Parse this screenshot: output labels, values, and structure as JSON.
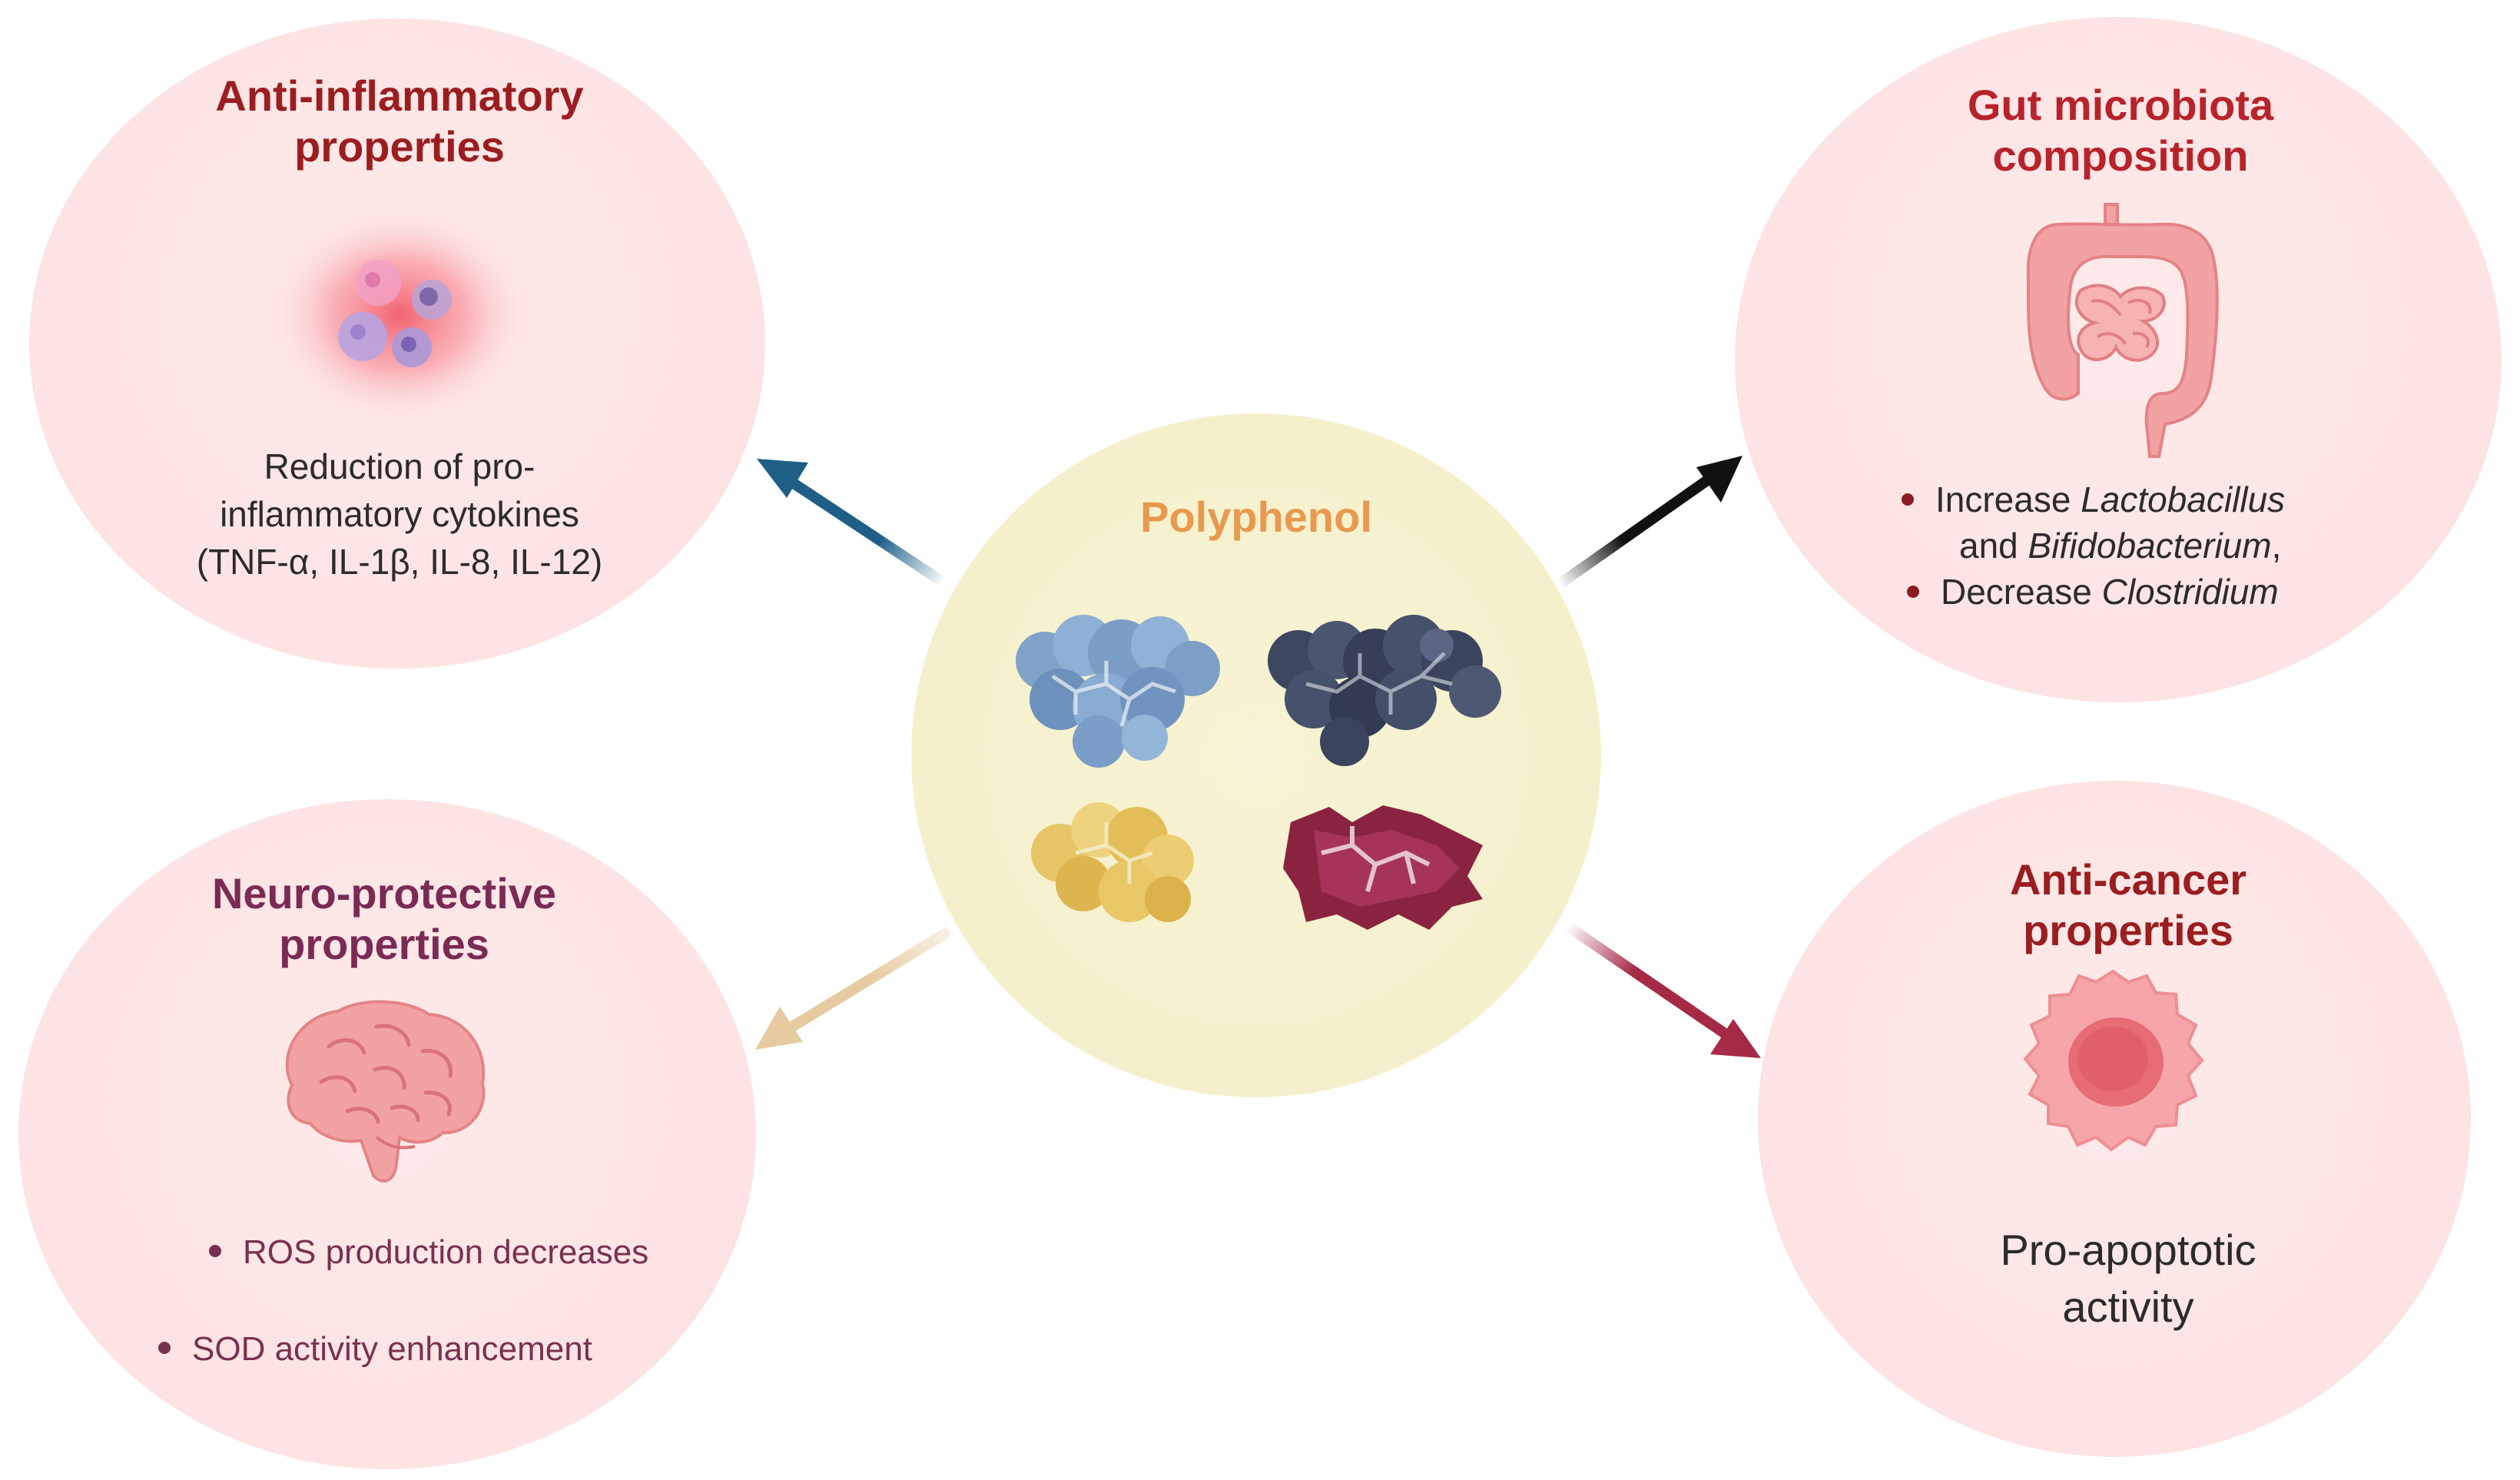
{
  "center": {
    "title": "Polyphenol",
    "title_color": "#e8994f",
    "fill": "#f5f0cb",
    "molecules": [
      {
        "name": "blue-molecule",
        "color": "#7fa3c9"
      },
      {
        "name": "navy-molecule",
        "color": "#3c4760"
      },
      {
        "name": "yellow-molecule",
        "color": "#e6c567"
      },
      {
        "name": "crimson-molecule",
        "color": "#8a2340"
      }
    ]
  },
  "anti_inflammatory": {
    "title_line1": "Anti-inflammatory",
    "title_line2": "properties",
    "title_color": "#9b1d20",
    "text_line1": "Reduction of pro-",
    "text_line2": "inflammatory cytokines",
    "text_line3": "(TNF-α, IL-1β, IL-8, IL-12)",
    "arrow_color": "#1f5f86"
  },
  "gut": {
    "title_line1": "Gut microbiota",
    "title_line2": "composition",
    "title_color": "#b8232b",
    "bullet1_pre": "Increase ",
    "bullet1_em": "Lactobacillus",
    "bullet1b_pre": "and ",
    "bullet1b_em": "Bifidobacterium",
    "bullet1b_post": ",",
    "bullet2_pre": "Decrease ",
    "bullet2_em": "Clostridium",
    "arrow_color": "#111111"
  },
  "neuro": {
    "title_line1": "Neuro-protective",
    "title_line2": "properties",
    "title_color": "#7a2a55",
    "bullet1": "ROS production decreases",
    "bullet2": "SOD activity enhancement",
    "arrow_color": "#e6caa0"
  },
  "cancer": {
    "title_line1": "Anti-cancer",
    "title_line2": "properties",
    "title_color": "#9b1d20",
    "text_line1": "Pro-apoptotic",
    "text_line2": "activity",
    "arrow_color": "#a52a45"
  },
  "colors": {
    "outer_circle_fill": "#fde6e6"
  }
}
